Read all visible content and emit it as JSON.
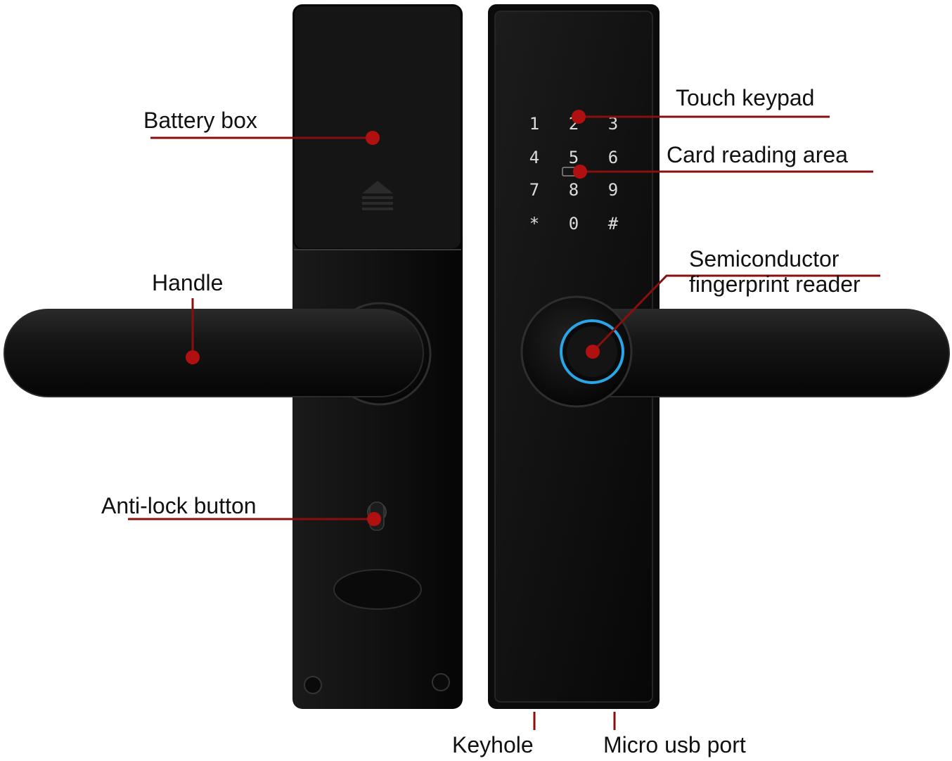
{
  "labels": {
    "battery_box": "Battery box",
    "handle": "Handle",
    "anti_lock_button": "Anti-lock button",
    "touch_keypad": "Touch keypad",
    "card_reading_area": "Card reading area",
    "fingerprint_line1": "Semiconductor",
    "fingerprint_line2": "fingerprint reader",
    "keyhole": "Keyhole",
    "micro_usb_port": "Micro usb port"
  },
  "keypad": {
    "keys": [
      "1",
      "2",
      "3",
      "4",
      "5",
      "6",
      "7",
      "8",
      "9",
      "*",
      "0",
      "#"
    ]
  },
  "colors": {
    "accent_red": "#8b0e0e",
    "dot_red": "#b01010",
    "lock_black": "#0d0d0d",
    "fingerprint_ring": "#2aa6e6",
    "key_glow": "#dcdcdc"
  }
}
